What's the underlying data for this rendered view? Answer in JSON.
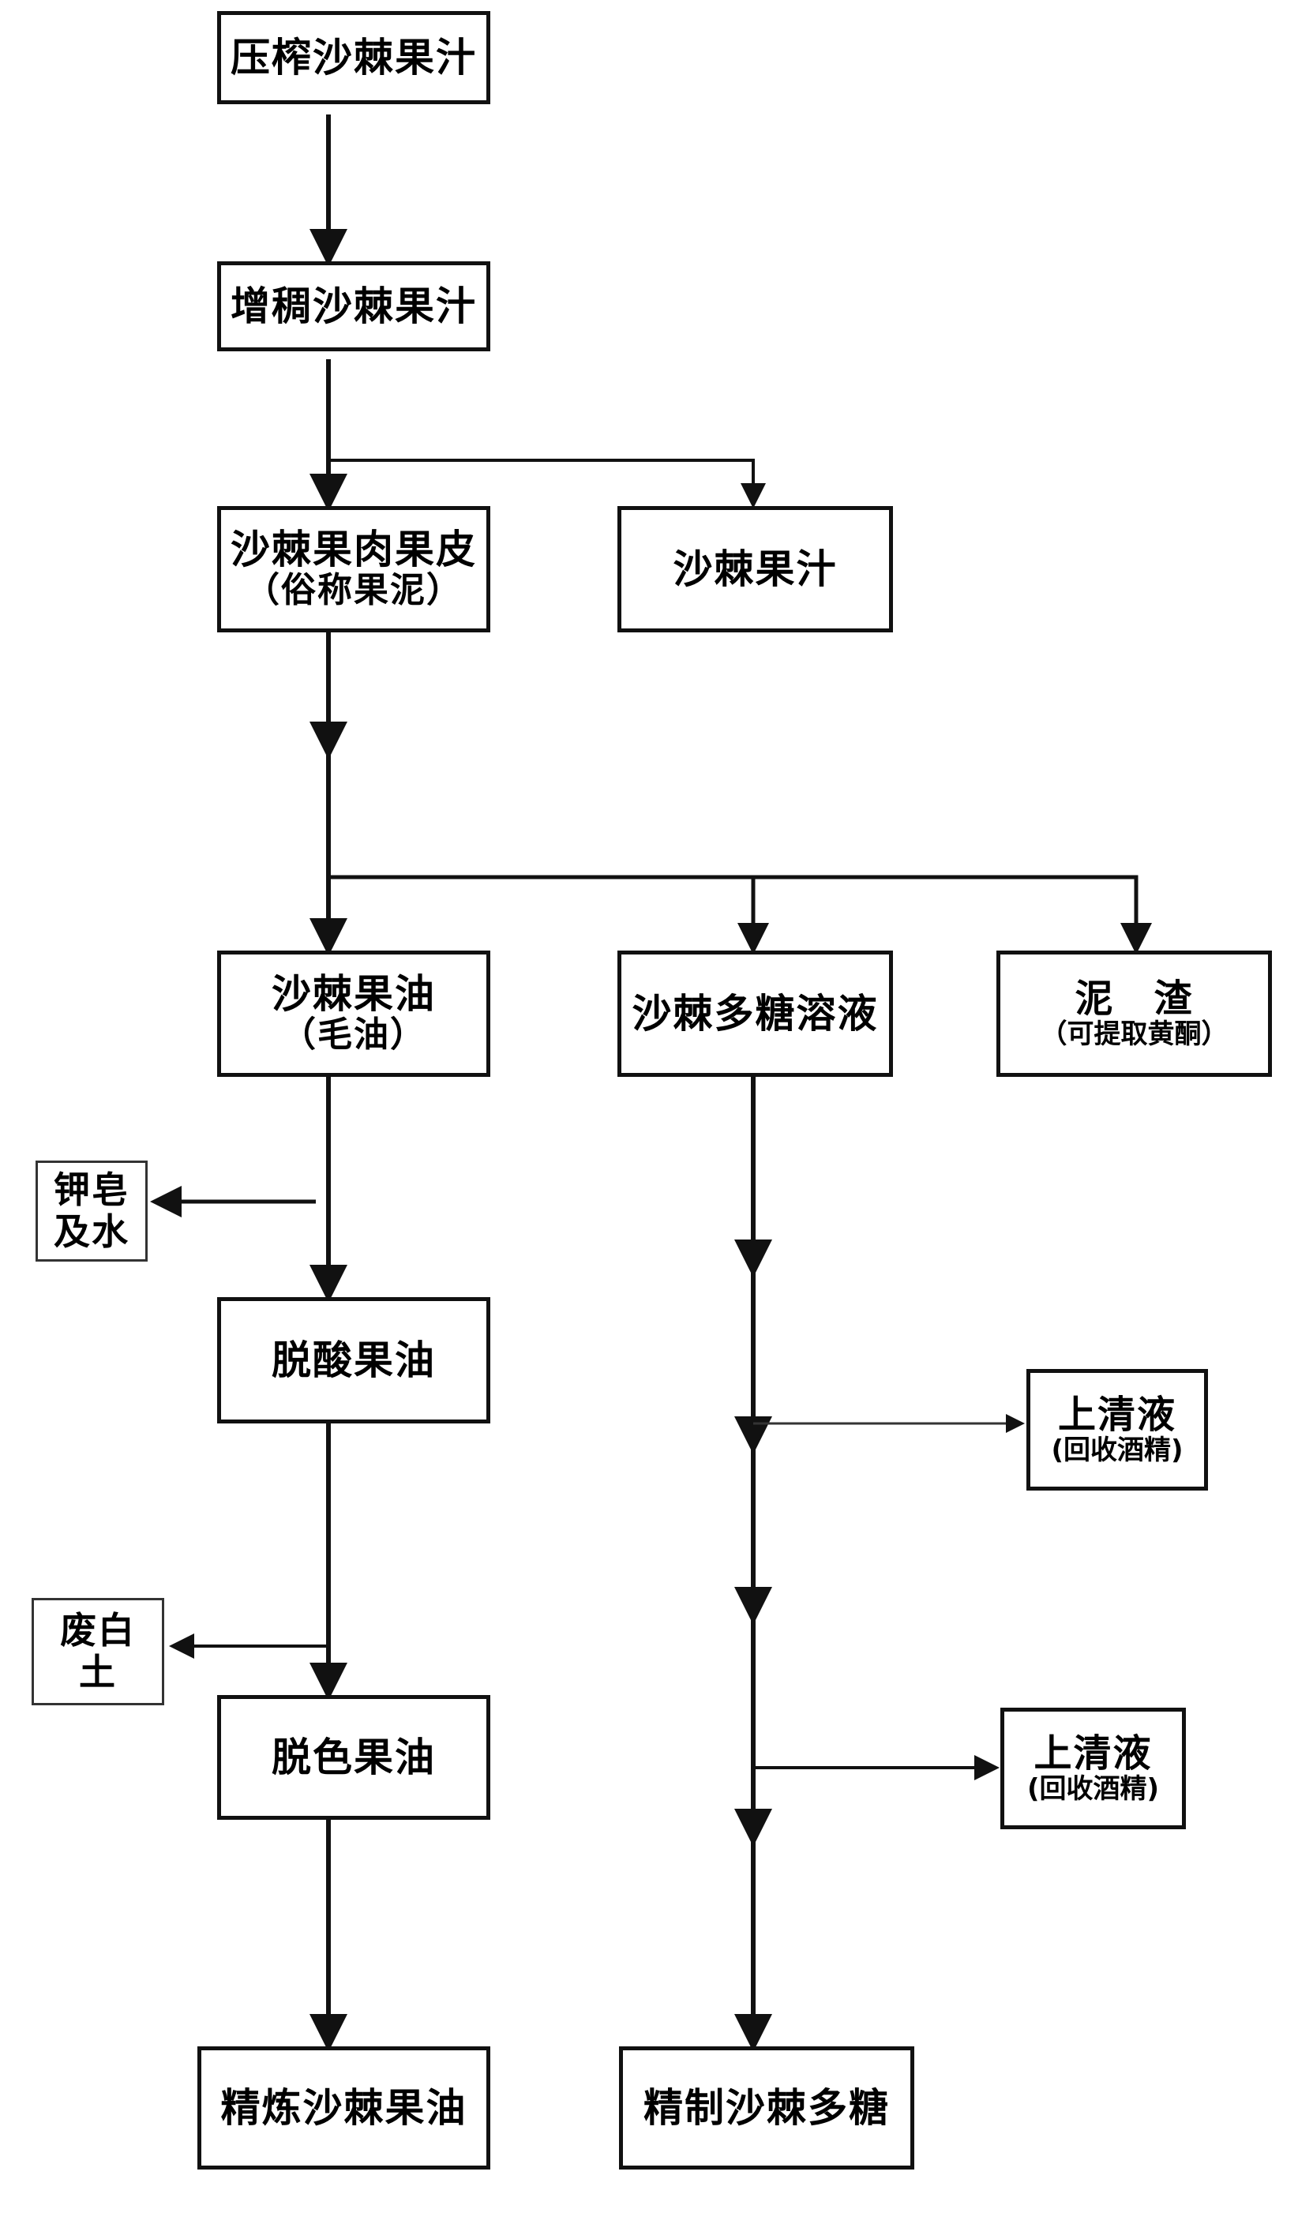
{
  "title": "沙棘果汁综合加工工艺流程图",
  "nodes": {
    "press_juice": {
      "label": "压榨沙棘果汁"
    },
    "thick_juice": {
      "label": "增稠沙棘果汁"
    },
    "pulp_peel": {
      "label": "沙棘果肉果皮",
      "sub": "（俗称果泥）"
    },
    "juice": {
      "label": "沙棘果汁"
    },
    "crude_oil": {
      "label": "沙棘果油",
      "sub": "（毛油）"
    },
    "polysaccharide_solution": {
      "label": "沙棘多糖溶液"
    },
    "residue": {
      "label": "泥　渣",
      "sub": "（可提取黄酮）"
    },
    "potash_soap": {
      "label": "钾皂",
      "sub": "及水"
    },
    "deacid_oil": {
      "label": "脱酸果油"
    },
    "supernatant_1": {
      "label": "上清液",
      "sub": "(回收酒精)"
    },
    "waste_clay": {
      "label": "废白",
      "sub": "土"
    },
    "decolor_oil": {
      "label": "脱色果油"
    },
    "supernatant_2": {
      "label": "上清液",
      "sub": "(回收酒精)"
    },
    "refined_oil": {
      "label": "精炼沙棘果油"
    },
    "refined_polysaccharide": {
      "label": "精制沙棘多糖"
    }
  },
  "edges": [
    {
      "from": "press_juice",
      "to": "thick_juice"
    },
    {
      "from": "thick_juice",
      "to": "pulp_peel"
    },
    {
      "from": "thick_juice",
      "to": "juice"
    },
    {
      "from": "pulp_peel",
      "to": "crude_oil"
    },
    {
      "from": "pulp_peel",
      "to": "polysaccharide_solution"
    },
    {
      "from": "pulp_peel",
      "to": "residue"
    },
    {
      "from": "crude_oil",
      "to": "potash_soap"
    },
    {
      "from": "crude_oil",
      "to": "deacid_oil"
    },
    {
      "from": "deacid_oil",
      "to": "waste_clay"
    },
    {
      "from": "deacid_oil",
      "to": "decolor_oil"
    },
    {
      "from": "decolor_oil",
      "to": "refined_oil"
    },
    {
      "from": "polysaccharide_solution",
      "to": "supernatant_1"
    },
    {
      "from": "polysaccharide_solution",
      "to": "supernatant_2"
    },
    {
      "from": "polysaccharide_solution",
      "to": "refined_polysaccharide"
    }
  ],
  "colors": {
    "line": "#111111",
    "box_border": "#111111",
    "background": "#ffffff"
  }
}
